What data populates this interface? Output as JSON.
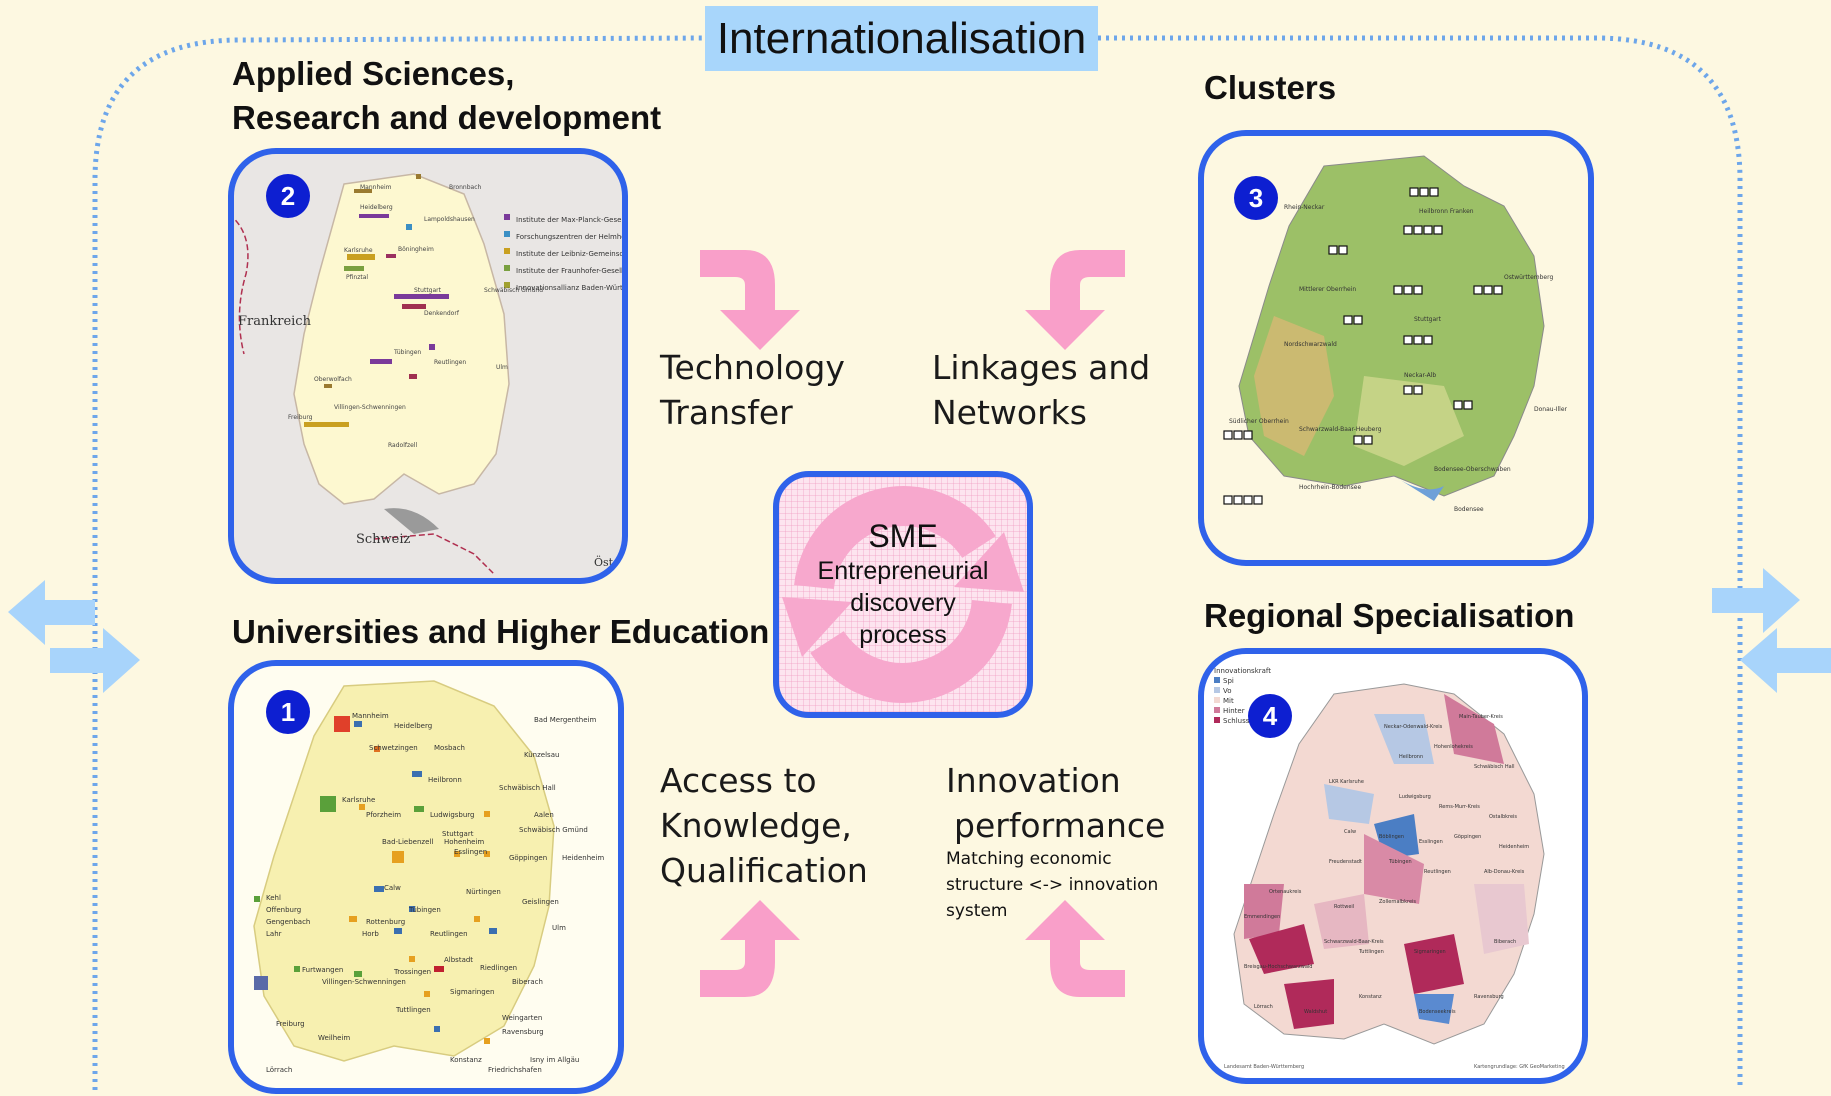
{
  "title": "Internationalisation",
  "sections": {
    "research": {
      "heading_line1": "Applied Sciences,",
      "heading_line2": "Research and development",
      "badge": "2"
    },
    "clusters": {
      "heading": "Clusters",
      "badge": "3"
    },
    "universities": {
      "heading": "Universities and Higher Education",
      "badge": "1"
    },
    "regional": {
      "heading": "Regional Specialisation",
      "badge": "4"
    }
  },
  "flows": {
    "technology_transfer": {
      "line1": "Technology",
      "line2": "Transfer"
    },
    "linkages": {
      "line1": "Linkages and",
      "line2": "Networks"
    },
    "access": {
      "line1": "Access to",
      "line2": "Knowledge,",
      "line3": "Qualification"
    },
    "innovation": {
      "line1": "Innovation",
      "line2": "performance",
      "note1": "Matching economic",
      "note2": "structure <-> innovation",
      "note3": "system"
    }
  },
  "center": {
    "title": "SME",
    "line1": "Entrepreneurial",
    "line2": "discovery",
    "line3": "process"
  },
  "map_research": {
    "legend": [
      "Institute der Max-Planck-Gesells",
      "Forschungszentren der Helmhol",
      "Institute der Leibniz-Gemeinsch",
      "Institute der Fraunhofer-Gesells",
      "Innovationsallianz Baden-Württe"
    ],
    "places": [
      "Mannheim",
      "Bronnbach",
      "Heidelberg",
      "Lampoldshausen",
      "Karlsruhe",
      "Pfinztal",
      "Böningheim",
      "Stuttgart",
      "Schwäbisch Gmünd",
      "Denkendorf",
      "Tübingen",
      "Reutlingen",
      "Ulm",
      "Oberwolfach",
      "Villingen-Schwenningen",
      "Freiburg",
      "Radolfzell"
    ],
    "frankreich": "Frankreich",
    "schweiz": "Schweiz",
    "oesterreich": "Öster"
  },
  "map_universities": {
    "places": [
      "Mannheim",
      "Heidelberg",
      "Bad Mergentheim",
      "Schwetzingen",
      "Mosbach",
      "Künzelsau",
      "Heilbronn",
      "Schwäbisch Hall",
      "Karlsruhe",
      "Pforzheim",
      "Ludwigsburg",
      "Aalen",
      "Schwäbisch Gmünd",
      "Stuttgart",
      "Hohenheim",
      "Esslingen",
      "Bad-Liebenzell",
      "Göppingen",
      "Heidenheim",
      "Calw",
      "Nürtingen",
      "Kehl",
      "Geislingen",
      "Offenburg",
      "Tübingen",
      "Gengenbach",
      "Rottenburg",
      "Lahr",
      "Horb",
      "Reutlingen",
      "Ulm",
      "Albstadt",
      "Furtwangen",
      "Trossingen",
      "Riedlingen",
      "Villingen-Schwenningen",
      "Biberach",
      "Sigmaringen",
      "Tuttlingen",
      "Weingarten",
      "Freiburg",
      "Ravensburg",
      "Weilheim",
      "Konstanz",
      "Isny im Allgäu",
      "Lörrach",
      "Friedrichshafen"
    ]
  },
  "map_clusters": {
    "places": [
      "Rhein-Neckar",
      "Heilbronn Franken",
      "Ostwürttemberg",
      "Mittlerer Oberrhein",
      "Stuttgart",
      "Nordschwarzwald",
      "Neckar-Alb",
      "Donau-Iller",
      "Südlicher Oberrhein",
      "Schwarzwald-Baar-Heuberg",
      "Bodensee-Oberschwaben",
      "Hochrhein-Bodensee",
      "Bodensee"
    ]
  },
  "map_regional": {
    "legend_title": "Innovationskraft",
    "legend": [
      "Spi",
      "Vo",
      "Mit",
      "Hinter",
      "Schlussgruppe"
    ],
    "places": [
      "Main-Tauber-Kreis",
      "Neckar-Odenwald-Kreis",
      "Hohenlohekreis",
      "Heilbronn",
      "Schwäbisch Hall",
      "LKR Karlsruhe",
      "Ludwigsburg",
      "Rems-Murr-Kreis",
      "Ostalbkreis",
      "Calw",
      "Böblingen",
      "Esslingen",
      "Göppingen",
      "Heidenheim",
      "Freudenstadt",
      "Tübingen",
      "Reutlingen",
      "Alb-Donau-Kreis",
      "Ortenaukreis",
      "Rottweil",
      "Zollernalbkreis",
      "Emmendingen",
      "Schwarzwald-Baar-Kreis",
      "Tuttlingen",
      "Sigmaringen",
      "Biberach",
      "Breisgau-Hochschwarzwald",
      "Konstanz",
      "Ravensburg",
      "Lörrach",
      "Waldshut",
      "Bodenseekreis"
    ],
    "footer_left": "Landesamt Baden-Württemberg",
    "footer_right": "Kartengrundlage: GfK GeoMarketing"
  },
  "colors": {
    "background": "#fdf8e1",
    "title_box": "#a8d6fb",
    "frame_border": "#2f62ea",
    "badge": "#0d1fd1",
    "flow_arrow": "#f99fc9",
    "side_arrow": "#a8d4fb",
    "dotted_border": "#6da6ea"
  }
}
